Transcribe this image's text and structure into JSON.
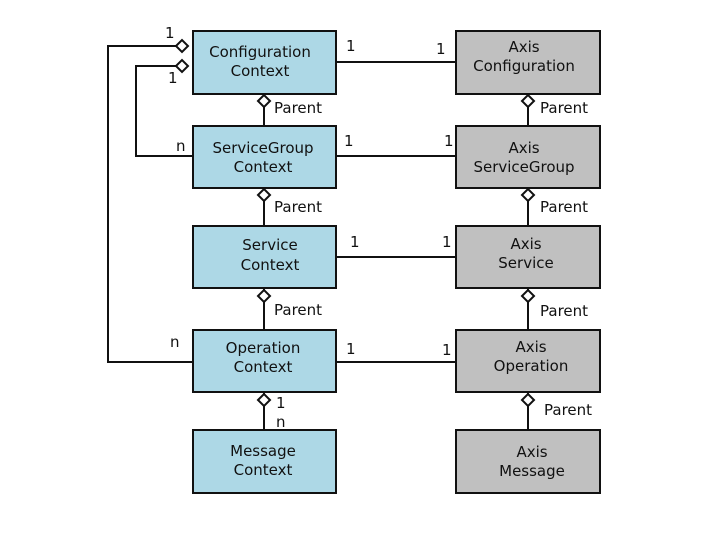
{
  "context_boxes": {
    "configuration": [
      "Configuration",
      "Context"
    ],
    "service_group": [
      "ServiceGroup",
      "Context"
    ],
    "service": [
      "Service",
      "Context"
    ],
    "operation": [
      "Operation",
      "Context"
    ],
    "message": [
      "Message",
      "Context"
    ]
  },
  "axis_boxes": {
    "configuration": [
      "Axis",
      "Configuration"
    ],
    "service_group": [
      "Axis",
      "ServiceGroup"
    ],
    "service": [
      "Axis",
      "Service"
    ],
    "operation": [
      "Axis",
      "Operation"
    ],
    "message": [
      "Axis",
      "Message"
    ]
  },
  "labels": {
    "parent": "Parent",
    "one": "1",
    "many": "n"
  },
  "colors": {
    "context_fill": "#add8e6",
    "axis_fill": "#c0c0c0",
    "stroke": "#111111"
  }
}
